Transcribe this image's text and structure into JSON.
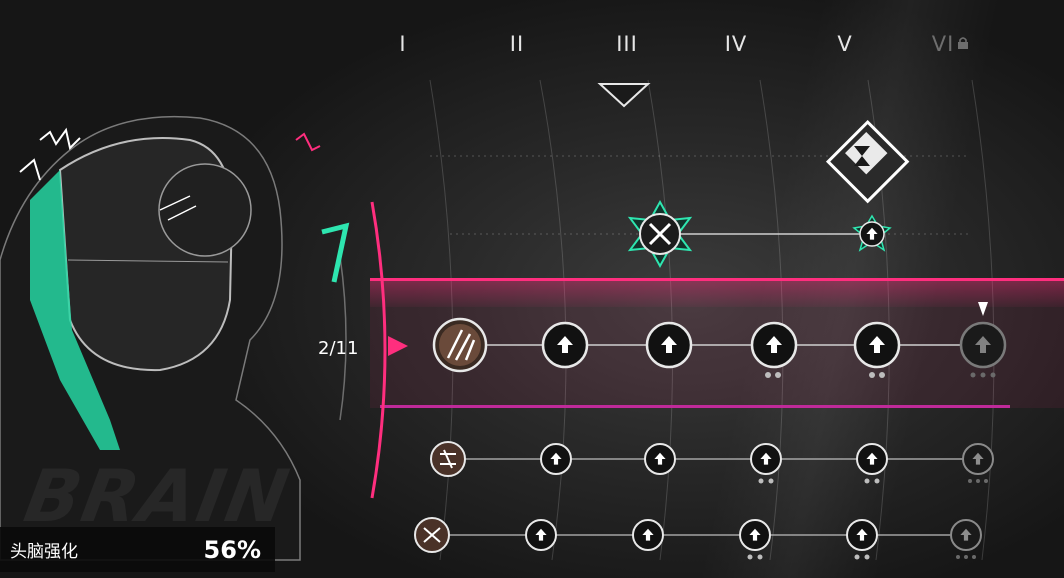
{
  "columns": [
    {
      "label": "I",
      "locked": false
    },
    {
      "label": "II",
      "locked": false
    },
    {
      "label": "III",
      "locked": false
    },
    {
      "label": "IV",
      "locked": false
    },
    {
      "label": "V",
      "locked": false
    },
    {
      "label": "VI",
      "locked": true
    }
  ],
  "branch": {
    "progress_label": "2/11",
    "watermark": "BRAIN"
  },
  "stat": {
    "name": "头脑强化",
    "value": "56%"
  },
  "colors": {
    "accent_pink": "#ff2e7e",
    "accent_teal": "#2ee6b0",
    "node_dark": "#111111",
    "node_border": "#e8e8e8"
  },
  "icons": {
    "upgrade": "arrow-up-icon",
    "main_skill": "blades-icon",
    "hourglass": "hourglass-icon",
    "crossed_swords": "crossed-swords-icon",
    "lock": "lock-icon"
  }
}
